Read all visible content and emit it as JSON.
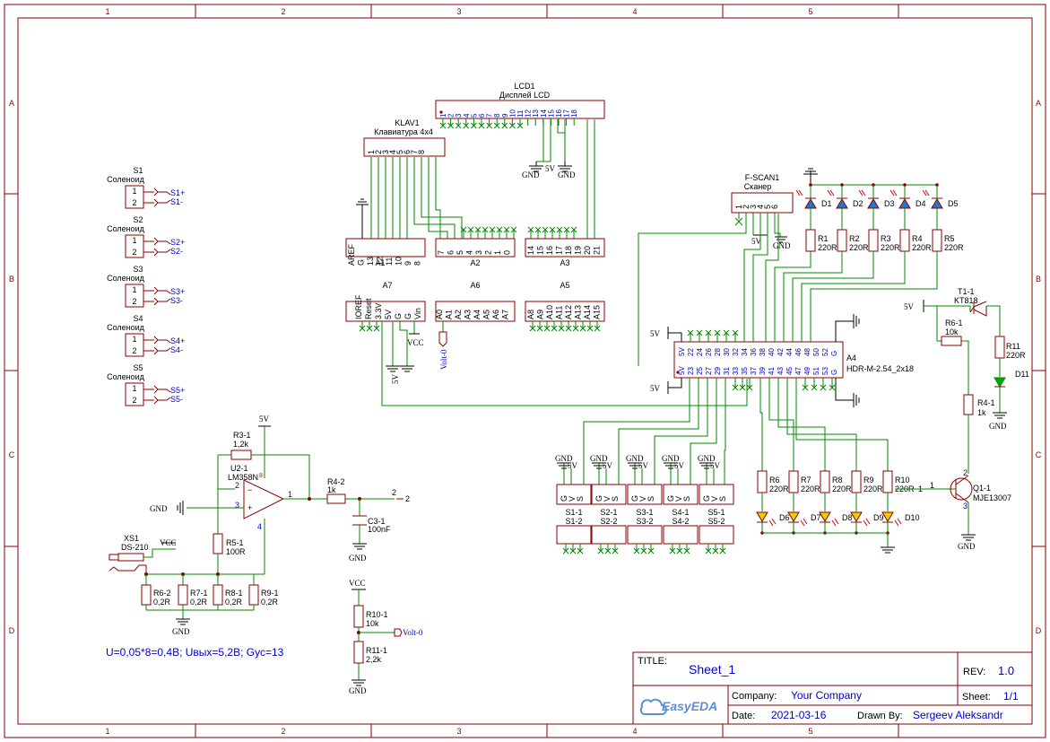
{
  "frame": {
    "columns": [
      "1",
      "2",
      "3",
      "4",
      "5"
    ],
    "rows": [
      "A",
      "B",
      "C",
      "D"
    ]
  },
  "title_block": {
    "title_label": "TITLE:",
    "title_value": "Sheet_1",
    "rev_label": "REV:",
    "rev_value": "1.0",
    "company_label": "Company:",
    "company_value": "Your Company",
    "sheet_label": "Sheet:",
    "sheet_value": "1/1",
    "date_label": "Date:",
    "date_value": "2021-03-16",
    "drawn_label": "Drawn By:",
    "drawn_value": "Sergeev Aleksandr",
    "logo_text": "EasyEDA"
  },
  "components": {
    "lcd": {
      "ref": "LCD1",
      "name": "Дисплей LCD",
      "pins": [
        "1",
        "2",
        "3",
        "4",
        "5",
        "6",
        "7",
        "8",
        "9",
        "10",
        "11",
        "12",
        "13",
        "14",
        "15",
        "16",
        "17",
        "18"
      ]
    },
    "klav": {
      "ref": "KLAV1",
      "name": "Клавиатура 4x4",
      "pins": [
        "1",
        "2",
        "3",
        "4",
        "5",
        "6",
        "7",
        "8"
      ]
    },
    "fscan": {
      "ref": "F-SCAN1",
      "name": "Сканер",
      "pins": [
        "1",
        "2",
        "3",
        "4",
        "5",
        "6"
      ]
    },
    "a1": {
      "ref": "A1",
      "pins": [
        "AREF",
        "G",
        "13",
        "12",
        "11",
        "10",
        "9",
        "8"
      ]
    },
    "a2": {
      "ref": "A2",
      "pins": [
        "7",
        "6",
        "5",
        "4",
        "3",
        "2",
        "1",
        "0"
      ]
    },
    "a3": {
      "ref": "A3",
      "pins": [
        "14",
        "15",
        "16",
        "17",
        "18",
        "19",
        "20",
        "21"
      ]
    },
    "a7": {
      "ref": "A7",
      "pins": [
        "IOREF",
        "Reset",
        "3.3V",
        "5V",
        "G",
        "G",
        "Vin"
      ]
    },
    "a6": {
      "ref": "A6",
      "pins": [
        "A0",
        "A1",
        "A2",
        "A3",
        "A4",
        "A5",
        "A6",
        "A7"
      ]
    },
    "a5": {
      "ref": "A5",
      "pins": [
        "A8",
        "A9",
        "A10",
        "A11",
        "A12",
        "A13",
        "A14",
        "A15"
      ]
    },
    "a4": {
      "ref": "A4",
      "name": "HDR-M-2.54_2x18",
      "top_pins": [
        "5V",
        "22",
        "24",
        "26",
        "28",
        "30",
        "32",
        "34",
        "36",
        "38",
        "40",
        "42",
        "44",
        "46",
        "48",
        "50",
        "52",
        "G"
      ],
      "bot_pins": [
        "5V",
        "23",
        "25",
        "27",
        "29",
        "31",
        "33",
        "35",
        "37",
        "39",
        "41",
        "43",
        "45",
        "47",
        "49",
        "51",
        "53",
        "G"
      ]
    },
    "solenoids": [
      {
        "ref": "S1",
        "name": "Соленоид",
        "pos": "S1+",
        "neg": "S1-"
      },
      {
        "ref": "S2",
        "name": "Соленоид",
        "pos": "S2+",
        "neg": "S2-"
      },
      {
        "ref": "S3",
        "name": "Соленоид",
        "pos": "S3+",
        "neg": "S3-"
      },
      {
        "ref": "S4",
        "name": "Соленоид",
        "pos": "S4+",
        "neg": "S4-"
      },
      {
        "ref": "S5",
        "name": "Соленоид",
        "pos": "S5+",
        "neg": "S5-"
      }
    ],
    "top_diodes": [
      {
        "ref": "D1"
      },
      {
        "ref": "D2"
      },
      {
        "ref": "D3"
      },
      {
        "ref": "D4"
      },
      {
        "ref": "D5"
      }
    ],
    "top_resistors": [
      {
        "ref": "R1",
        "value": "220R"
      },
      {
        "ref": "R2",
        "value": "220R"
      },
      {
        "ref": "R3",
        "value": "220R"
      },
      {
        "ref": "R4",
        "value": "220R"
      },
      {
        "ref": "R5",
        "value": "220R"
      }
    ],
    "bottom_resistors": [
      {
        "ref": "R6",
        "value": "220R"
      },
      {
        "ref": "R7",
        "value": "220R"
      },
      {
        "ref": "R8",
        "value": "220R"
      },
      {
        "ref": "R9",
        "value": "220R"
      },
      {
        "ref": "R10",
        "value": "220R"
      }
    ],
    "bottom_leds": [
      "D6",
      "D7",
      "D8",
      "D9",
      "D10"
    ],
    "switches": [
      {
        "ref": "S1-1",
        "ref2": "S1-2"
      },
      {
        "ref": "S2-1",
        "ref2": "S2-2"
      },
      {
        "ref": "S3-1",
        "ref2": "S3-2"
      },
      {
        "ref": "S4-1",
        "ref2": "S4-2"
      },
      {
        "ref": "S5-1",
        "ref2": "S5-2"
      }
    ],
    "switch_pins": [
      "G",
      "V",
      "S"
    ],
    "t1": {
      "ref": "T1-1",
      "value": "KT818"
    },
    "r6_1": {
      "ref": "R6-1",
      "value": "10k"
    },
    "r11": {
      "ref": "R11",
      "value": "220R"
    },
    "d11": {
      "ref": "D11"
    },
    "r4_1": {
      "ref": "R4-1",
      "value": "1k"
    },
    "q1": {
      "ref": "Q1-1",
      "value": "MJE13007"
    },
    "u2": {
      "ref": "U2-1",
      "value": "LM358N"
    },
    "r3_1": {
      "ref": "R3-1",
      "value": "1,2k"
    },
    "r4_2": {
      "ref": "R4-2",
      "value": "1k"
    },
    "c3": {
      "ref": "C3-1",
      "value": "100nF"
    },
    "r5_1": {
      "ref": "R5-1",
      "value": "100R"
    },
    "xs1": {
      "ref": "XS1",
      "value": "DS-210"
    },
    "shunts": [
      {
        "ref": "R6-2",
        "value": "0,2R"
      },
      {
        "ref": "R7-1",
        "value": "0,2R"
      },
      {
        "ref": "R8-1",
        "value": "0,2R"
      },
      {
        "ref": "R9-1",
        "value": "0,2R"
      }
    ],
    "r10_1": {
      "ref": "R10-1",
      "value": "10k"
    },
    "r11_1": {
      "ref": "R11-1",
      "value": "2,2k"
    }
  },
  "nets": {
    "gnd": "GND",
    "v5": "5V",
    "vcc": "VCC",
    "volt0": "Volt-0",
    "net2": "2"
  },
  "note": "U=0,05*8=0,4B; Uвых=5,2B; Gус=13"
}
